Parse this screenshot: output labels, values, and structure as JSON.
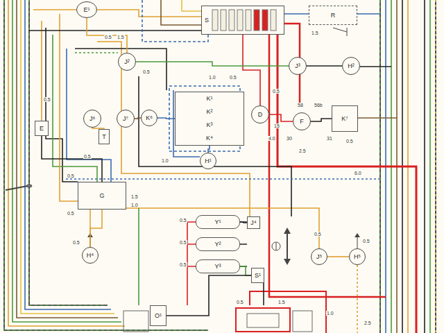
{
  "diagram": {
    "nodes": [
      {
        "text": [
          "S"
        ]
      },
      {
        "text": [
          "R"
        ]
      },
      {
        "text": [
          "E¹"
        ]
      },
      {
        "text": [
          "J²"
        ]
      },
      {
        "text": [
          "J⁶"
        ]
      },
      {
        "text": [
          "T"
        ]
      },
      {
        "text": [
          "J⁷"
        ]
      },
      {
        "text": [
          "K⁶"
        ]
      },
      {
        "text": [
          "K¹",
          "K²",
          "K³",
          "K⁴"
        ]
      },
      {
        "text": [
          "D"
        ]
      },
      {
        "text": [
          "F"
        ]
      },
      {
        "text": [
          "K⁷"
        ]
      },
      {
        "text": [
          "H²"
        ]
      },
      {
        "text": [
          "J³"
        ]
      },
      {
        "text": [
          "H¹"
        ]
      },
      {
        "text": [
          "G"
        ]
      },
      {
        "text": [
          "Y¹"
        ]
      },
      {
        "text": [
          "Y²"
        ]
      },
      {
        "text": [
          "Y³"
        ]
      },
      {
        "text": [
          "J⁴"
        ]
      },
      {
        "text": [
          "S¹"
        ]
      },
      {
        "text": [
          "J⁵"
        ]
      },
      {
        "text": [
          "H⁵"
        ]
      },
      {
        "text": [
          "H⁴"
        ]
      },
      {
        "text": [
          "O¹"
        ]
      },
      {
        "text": [
          "E"
        ]
      }
    ],
    "edges": [
      {
        "from": 0,
        "to": 9,
        "arrow": "none"
      },
      {
        "from": 9,
        "to": 10,
        "arrow": "none"
      },
      {
        "from": 10,
        "to": 11,
        "arrow": "none"
      },
      {
        "from": 3,
        "to": 13,
        "arrow": "none"
      },
      {
        "from": 13,
        "to": 12,
        "arrow": "none"
      },
      {
        "from": 4,
        "to": 5,
        "arrow": "none"
      },
      {
        "from": 6,
        "to": 7,
        "arrow": "none"
      },
      {
        "from": 7,
        "to": 8,
        "arrow": "none"
      },
      {
        "from": 8,
        "to": 14,
        "arrow": "none"
      },
      {
        "from": 25,
        "to": 15,
        "arrow": "none"
      },
      {
        "from": 15,
        "to": 23,
        "arrow": "none"
      },
      {
        "from": 16,
        "to": 19,
        "arrow": "none"
      },
      {
        "from": 18,
        "to": 20,
        "arrow": "none"
      },
      {
        "from": 21,
        "to": 22,
        "arrow": "none"
      },
      {
        "from": 20,
        "to": 24,
        "arrow": "none"
      },
      {
        "from": 2,
        "to": 3,
        "arrow": "none"
      }
    ],
    "labels": [
      "0.5",
      "0.5",
      "1.5",
      "0.5",
      "1.0",
      "0.5",
      "0.5",
      "4.0",
      "30",
      "56b",
      "58",
      "1.5",
      "0.5",
      "2.5",
      "1.0",
      "0.5",
      "0.5",
      "1.5",
      "1.0",
      "0.5",
      "0.5",
      "0.5",
      "0.5",
      "0.5",
      "0.5",
      "0.5",
      "1.5",
      "1.0",
      "2.5",
      "6.0",
      "0.5",
      "15",
      "31"
    ]
  }
}
